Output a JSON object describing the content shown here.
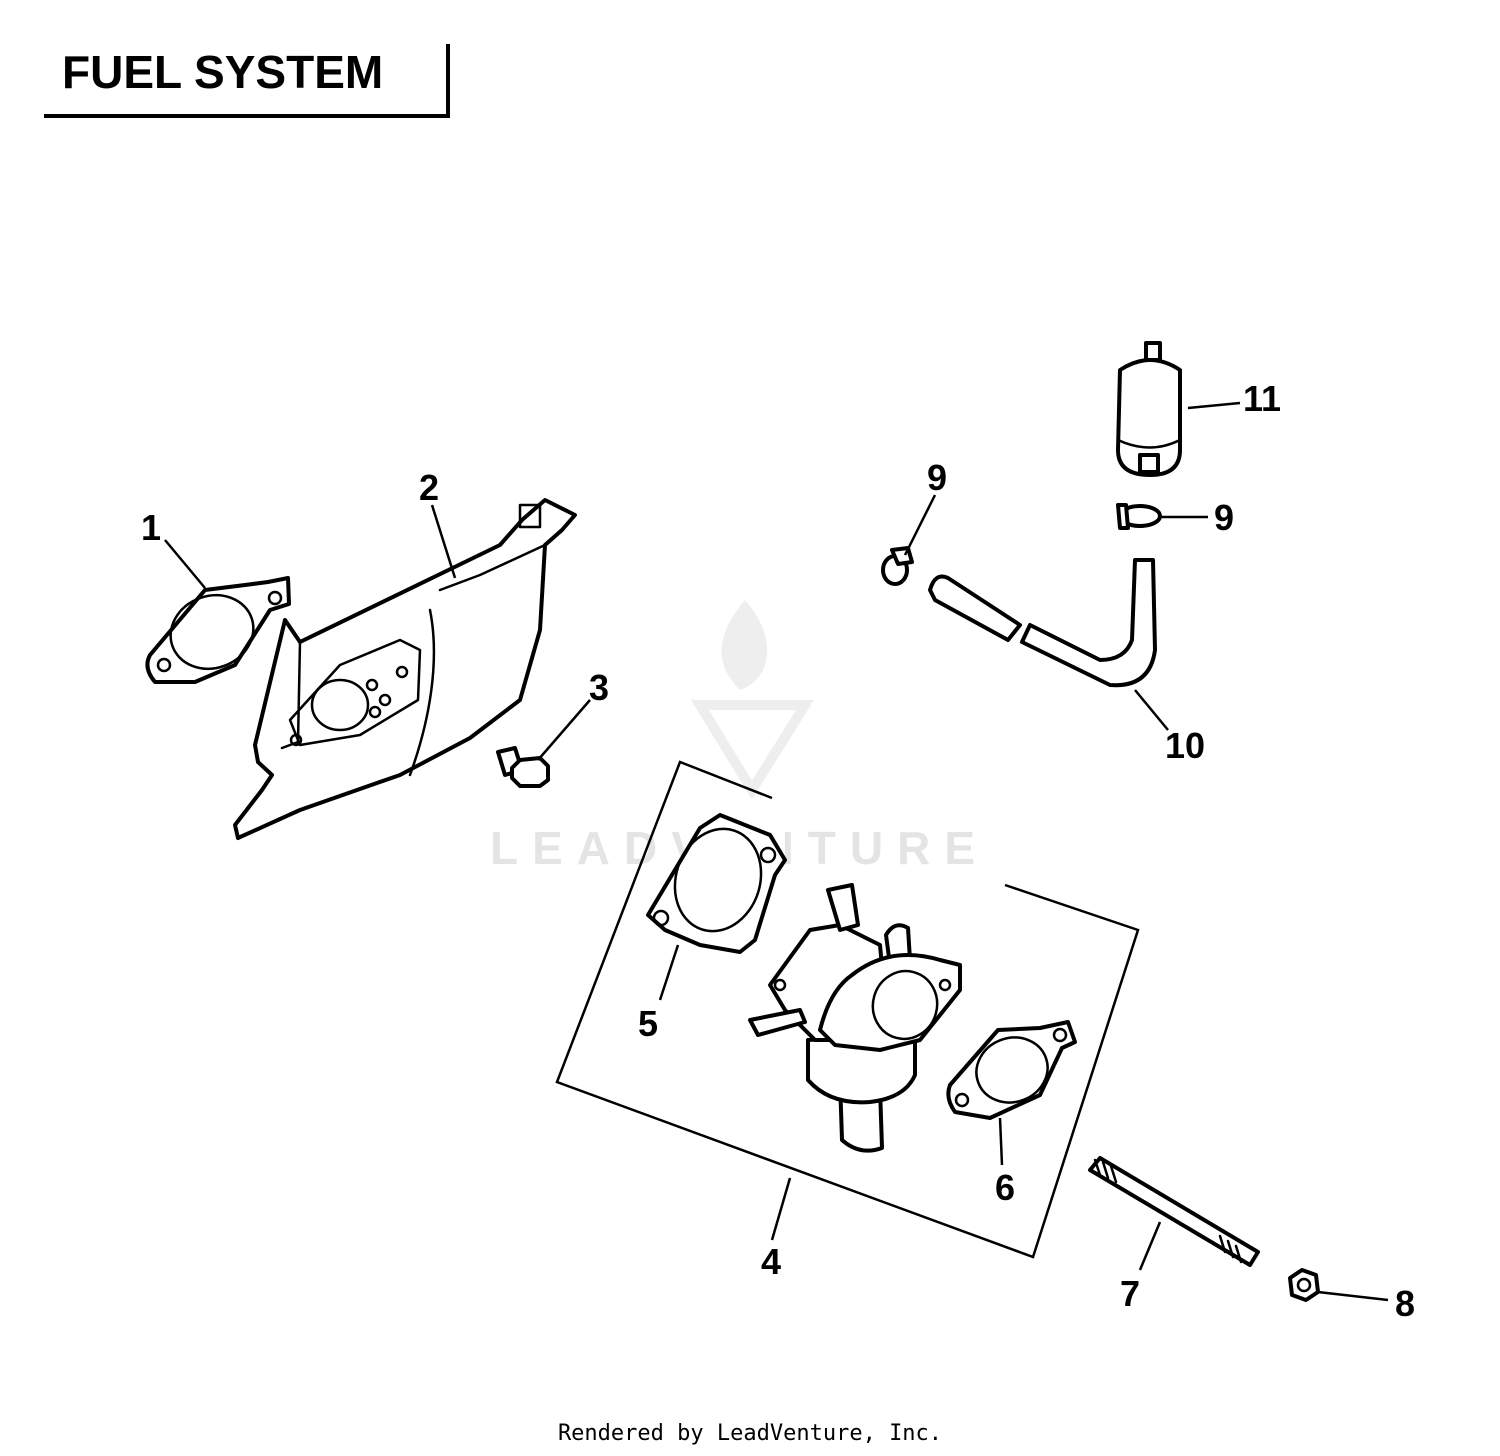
{
  "title": "FUEL SYSTEM",
  "footer": "Rendered by LeadVenture, Inc.",
  "watermark": "LEADVENTURE",
  "callouts": {
    "c1": "1",
    "c2": "2",
    "c3": "3",
    "c4": "4",
    "c5": "5",
    "c6": "6",
    "c7": "7",
    "c8": "8",
    "c9a": "9",
    "c9b": "9",
    "c10": "10",
    "c11": "11"
  }
}
